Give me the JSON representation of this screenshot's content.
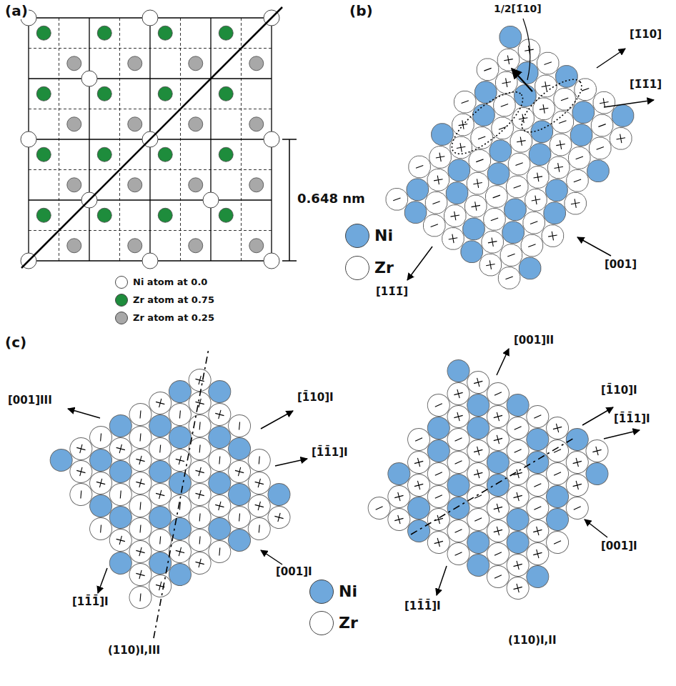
{
  "diagram": {
    "labels": [
      "(a)",
      "0.648 nm",
      "(b)",
      "1/2[1̄10]",
      "[1̄10]",
      "[1̄1̄1]",
      "[001]",
      "[11̄1̄]",
      "(c)",
      "[001]III",
      "[1̄10]I",
      "[1̄1̄1]I",
      "[001]I",
      "[11̄1̄]I",
      "(110)I,III",
      "[001]II",
      "[1̄10]I",
      "[1̄1̄1]I",
      "[001]I",
      "[11̄1̄]I",
      "(110)I,II"
    ],
    "legend": [
      {
        "text": "Ni atom at 0.0",
        "color": "#ffffff"
      },
      {
        "text": "Zr atom at 0.75",
        "color": "#1e8c3c"
      },
      {
        "text": "Zr atom at 0.25",
        "color": "#a8a8a8"
      },
      {
        "text": "Ni",
        "color": "#6fa8dc"
      },
      {
        "text": "Zr",
        "color": "#ffffff"
      },
      {
        "text": "Ni",
        "color": "#6fa8dc"
      },
      {
        "text": "Zr",
        "color": "#ffffff"
      }
    ]
  }
}
